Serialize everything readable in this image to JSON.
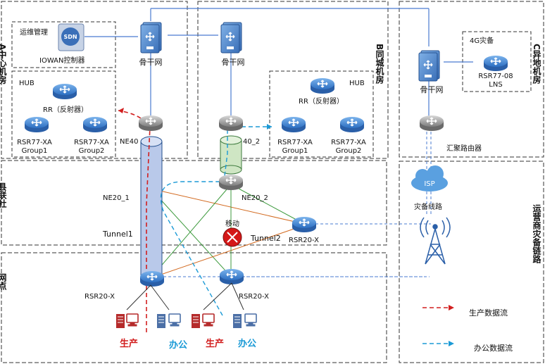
{
  "zones": {
    "a_center": "A中心机房",
    "b_same_city": "B同城机房",
    "c_remote": "C异地机房",
    "county": "县联社",
    "branch": "网点",
    "operator_backup": "运营商灾备链路"
  },
  "labels": {
    "ops": "运维管理",
    "iowan": "IOWAN控制器",
    "backbone_a": "骨干网",
    "backbone_b": "骨干网",
    "backbone_c": "骨干网",
    "hub_a": "HUB",
    "hub_b": "HUB",
    "rr_a": "RR（反射器）",
    "rr_b": "RR（反射器）",
    "rsr_a1": "RSR77-XA",
    "grp_a1": "Group1",
    "rsr_a2": "RSR77-XA",
    "grp_a2": "Group2",
    "rsr_b1": "RSR77-XA",
    "grp_b1": "Group1",
    "rsr_b2": "RSR77-XA",
    "grp_b2": "Group2",
    "ne40_1": "NE40",
    "ne40_2": "40_2",
    "ne20_1": "NE20_1",
    "ne20_2": "NE20_2",
    "backup_4g": "4G灾备",
    "lns_model": "RSR77-08",
    "lns": "LNS",
    "aggr_router": "汇聚路由器",
    "isp": "ISP",
    "backup_line": "灾备线路",
    "tunnel1": "Tunnel1",
    "tunnel2": "Tunnel2",
    "mobile": "移动",
    "rsr20_mid": "RSR20-X",
    "rsr20_left": "RSR20-X",
    "rsr20_right": "RSR20-X",
    "prod1": "生产",
    "office1": "办公",
    "prod2": "生产",
    "office2": "办公",
    "sdn_icon_text": "SDN"
  },
  "legend": {
    "production": "生产数据流",
    "office": "办公数据流"
  },
  "colors": {
    "production": "#d21f1f",
    "office": "#1b9ad6",
    "line_blue": "#4a7bd0",
    "line_green": "#3d9a3d",
    "line_orange": "#d2691e",
    "router": "#3a7fd3",
    "hub_gray": "#9a9a9a"
  }
}
